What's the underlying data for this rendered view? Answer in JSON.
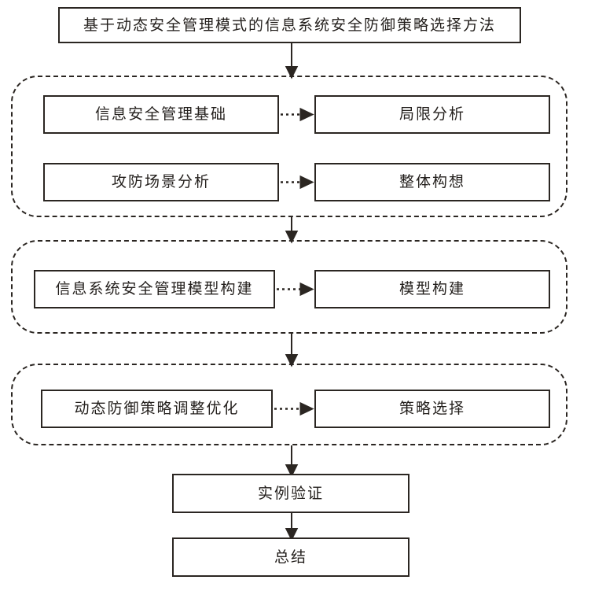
{
  "diagram": {
    "title_box": {
      "label": "基于动态安全管理模式的信息系统安全防御策略选择方法"
    },
    "groups": [
      {
        "name": "group-foundation",
        "rows": [
          {
            "source": "信息安全管理基础",
            "target": "局限分析"
          },
          {
            "source": "攻防场景分析",
            "target": "整体构想"
          }
        ]
      },
      {
        "name": "group-model",
        "rows": [
          {
            "source": "信息系统安全管理模型构建",
            "target": "模型构建"
          }
        ]
      },
      {
        "name": "group-strategy",
        "rows": [
          {
            "source": "动态防御策略调整优化",
            "target": "策略选择"
          }
        ]
      }
    ],
    "final_steps": [
      {
        "label": "实例验证"
      },
      {
        "label": "总结"
      }
    ],
    "colors": {
      "stroke": "#2b2622",
      "text": "#231f1c",
      "background": "#ffffff"
    },
    "connectors": {
      "vertical_arrow": "solid-arrow-down",
      "horizontal_arrow": "dotted-arrow-right"
    }
  }
}
